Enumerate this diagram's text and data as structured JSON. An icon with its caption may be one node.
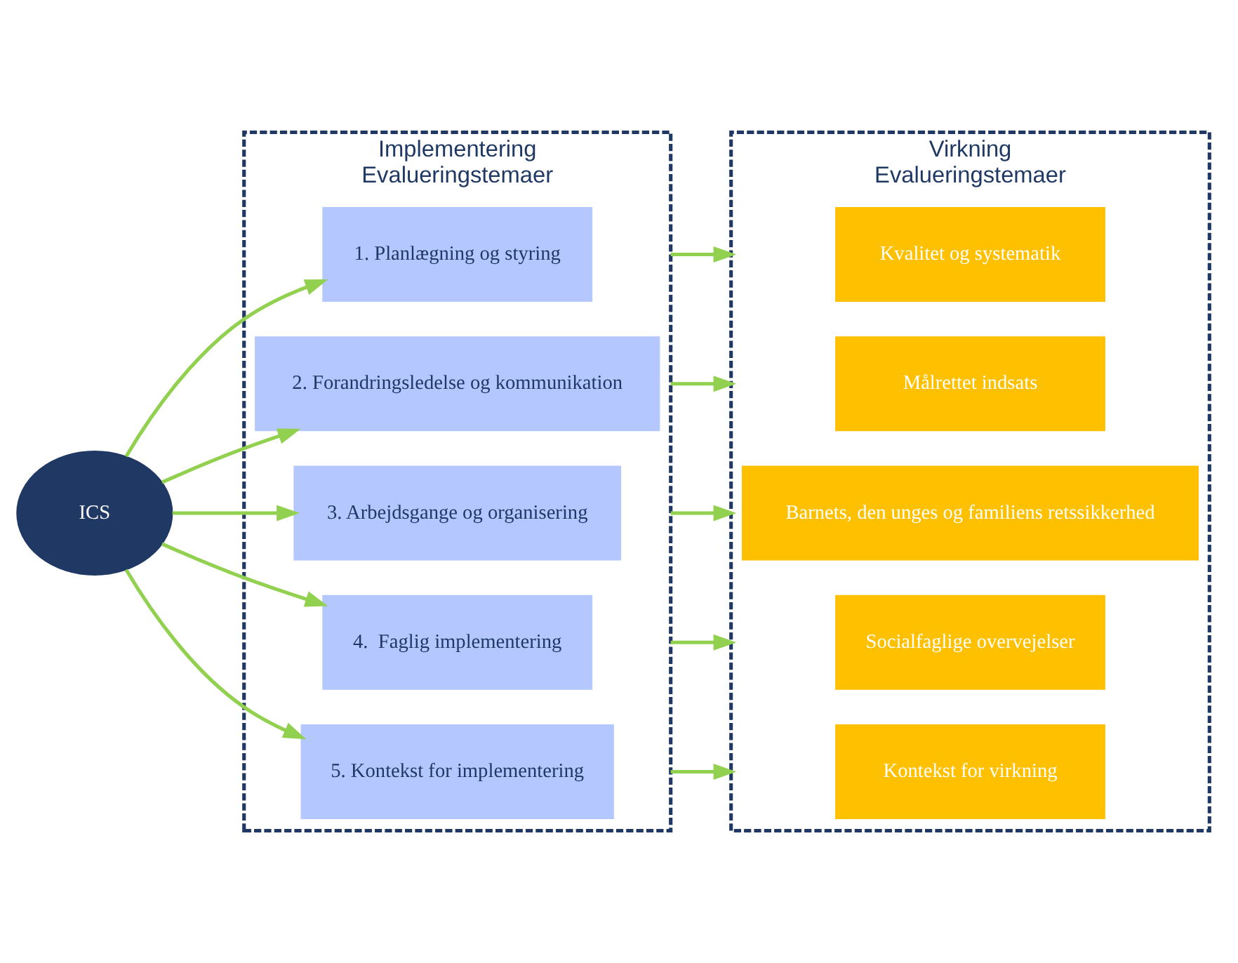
{
  "diagram": {
    "nodes": [
      {
        "text": [
          "Implementering",
          "Evalueringstemaer"
        ]
      },
      {
        "text": [
          "1. Planlægning og styring"
        ],
        "in": 0
      },
      {
        "text": [
          "2. Forandringsledelse og kommunikation"
        ],
        "in": 0
      },
      {
        "text": [
          "3. Arbejdsgange og organisering"
        ],
        "in": 0
      },
      {
        "text": [
          "4.  Faglig implementering"
        ],
        "in": 0
      },
      {
        "text": [
          "5. Kontekst for implementering"
        ],
        "in": 0
      },
      {
        "text": [
          "Virkning",
          "Evalueringstemaer"
        ]
      },
      {
        "text": [
          "Kvalitet og systematik"
        ],
        "in": 6
      },
      {
        "text": [
          "Målrettet indsats"
        ],
        "in": 6
      },
      {
        "text": [
          "Barnets, den unges og familiens retssikkerhed"
        ],
        "in": 6
      },
      {
        "text": [
          "Socialfaglige overvejelser"
        ],
        "in": 6
      },
      {
        "text": [
          "Kontekst for virkning"
        ],
        "in": 6
      },
      {
        "text": [
          "ICS"
        ]
      }
    ],
    "edges": [
      {
        "from": 12,
        "to": 1,
        "arrow": "to"
      },
      {
        "from": 12,
        "to": 2,
        "arrow": "to"
      },
      {
        "from": 12,
        "to": 3,
        "arrow": "to"
      },
      {
        "from": 12,
        "to": 4,
        "arrow": "to"
      },
      {
        "from": 12,
        "to": 5,
        "arrow": "to"
      },
      {
        "from": 0,
        "to": 6,
        "arrow": "to"
      },
      {
        "from": 0,
        "to": 6,
        "arrow": "to"
      },
      {
        "from": 0,
        "to": 6,
        "arrow": "to"
      },
      {
        "from": 0,
        "to": 6,
        "arrow": "to"
      },
      {
        "from": 0,
        "to": 6,
        "arrow": "to"
      }
    ]
  }
}
